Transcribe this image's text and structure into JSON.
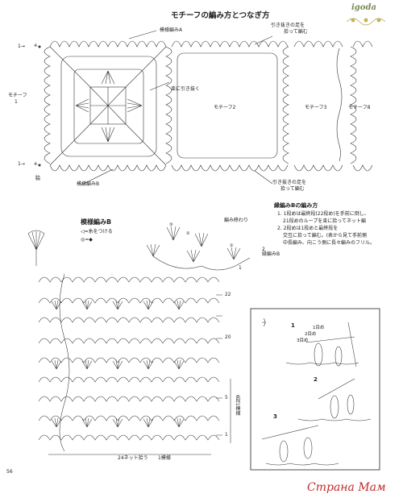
{
  "header": {
    "logo": "igoda",
    "title": "モチーフの編み方とつなぎ方"
  },
  "motif_section": {
    "label_pattern_a": "模様編みA",
    "label_pattern_b": "模様編みB",
    "label_motif1": "モチーフ",
    "label_motif1_num": "1",
    "label_motif2": "モチーフ2",
    "label_motif3": "モチーフ3",
    "label_motif8": "モチーフ8",
    "label_join_top_line1": "引き抜きの足を",
    "label_join_top_line2": "拾って編む",
    "label_join_center": "束に引き抜く",
    "label_join_bottom_line1": "引き抜きの足を",
    "label_join_bottom_line2": "拾って編む",
    "label_arrow_top": "1→",
    "label_arrow_bottom": "1→",
    "label_start_top": "※",
    "label_start_bottom": "※",
    "label_waist": "脇"
  },
  "pattern_b_section": {
    "title": "模様編みB",
    "legend_1": "◁=糸をつける",
    "legend_2": "◎=◆",
    "label_finish": "編み終わり",
    "label_circle3": "③",
    "label_circle2": "②",
    "label_circle1": "①",
    "label_border_b": "縁編みB",
    "label_num2": "2",
    "label_num1": "1",
    "row_22": "22",
    "row_20": "20",
    "row_5": "5",
    "row_1": "1",
    "row_repeat": "6段1模様",
    "bottom_count": "24ネット拾う",
    "bottom_repeat": "1模様"
  },
  "instructions": {
    "title": "縁編みBの編み方",
    "line1": "1. 1段めは最終段(22段め)を手前に倒し、",
    "line2": "21段めのループを束に拾ってネット編",
    "line3": "2. 2段めは1段めと最終段を",
    "line4": "交互に拾って編む。(表から見て手前側",
    "line5": "中長編み、向こう側に長々編みのフリル。"
  },
  "steps": {
    "step1": "1",
    "step1_label1": "1目め",
    "step1_label2": "2目め",
    "step1_label3": "3目め",
    "step2": "2",
    "step3": "3"
  },
  "footer": {
    "page_number": "56",
    "watermark": "Страна Мам"
  }
}
